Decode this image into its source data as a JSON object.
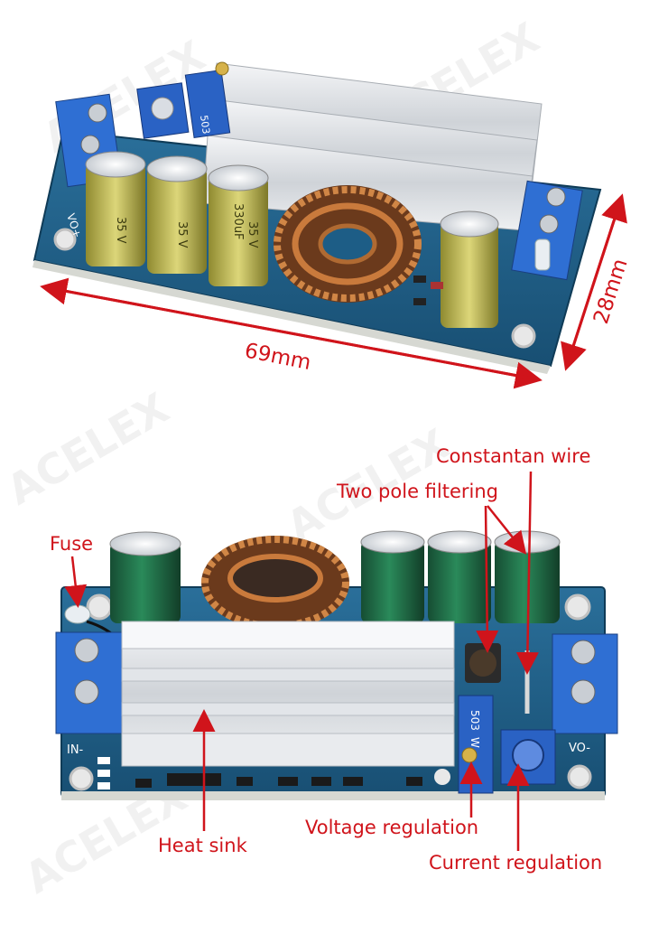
{
  "dimensions": {
    "length": "69mm",
    "width": "28mm"
  },
  "watermark": "ACELEX",
  "board_silkscreen": {
    "vo_plus": "VO+",
    "in_minus": "IN-",
    "vo_minus": "VO-",
    "pot_code": "503",
    "pot_code_w": "W"
  },
  "capacitor_marking": {
    "value": "330uF",
    "voltage": "35 V"
  },
  "annotations": {
    "fuse": "Fuse",
    "constantan_wire": "Constantan wire",
    "two_pole_filtering": "Two pole filtering",
    "heat_sink": "Heat sink",
    "voltage_regulation": "Voltage regulation",
    "current_regulation": "Current regulation"
  },
  "colors": {
    "annotation_red": "#d0141b",
    "pcb_blue": "#1d5d86",
    "terminal_blue": "#2f6fd3",
    "cap_green": "#1f6b45",
    "cap_yellow": "#c9c25a",
    "copper": "#c97a3c",
    "heatsink_silver": "#dadde2"
  }
}
